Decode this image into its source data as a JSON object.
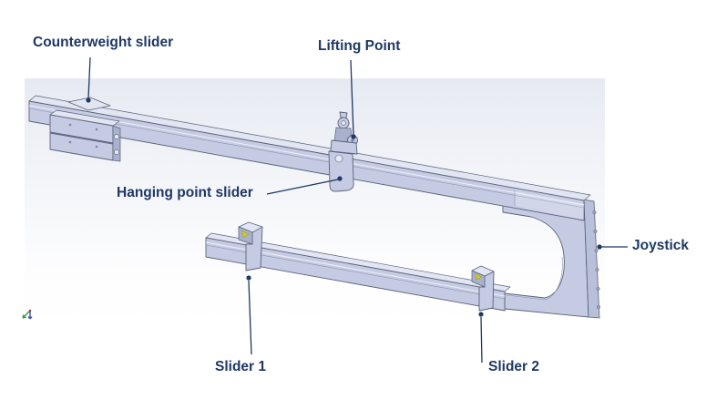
{
  "figure": {
    "type": "cad-annotated-diagram",
    "labels": {
      "counterweight": "Counterweight slider",
      "lifting_point": "Lifting Point",
      "hanging_point": "Hanging point slider",
      "joystick": "Joystick",
      "slider1": "Slider 1",
      "slider2": "Slider 2"
    },
    "colors": {
      "label_text": "#1f3864",
      "leader": "#1f3864",
      "part_fill": "#c5cbe3",
      "part_top": "#e2e6f2",
      "part_side": "#aab1cc",
      "strip_fill": "#b9c0da",
      "bump_fill": "#98a0bf",
      "edge": "#5a6278",
      "marker_yellow": "#c9c832",
      "hole_fill": "#e6e9f4",
      "band_top": "#e7eaf2",
      "band_mid": "#f2f4f8",
      "band_bottom": "#fdfdfe"
    }
  }
}
